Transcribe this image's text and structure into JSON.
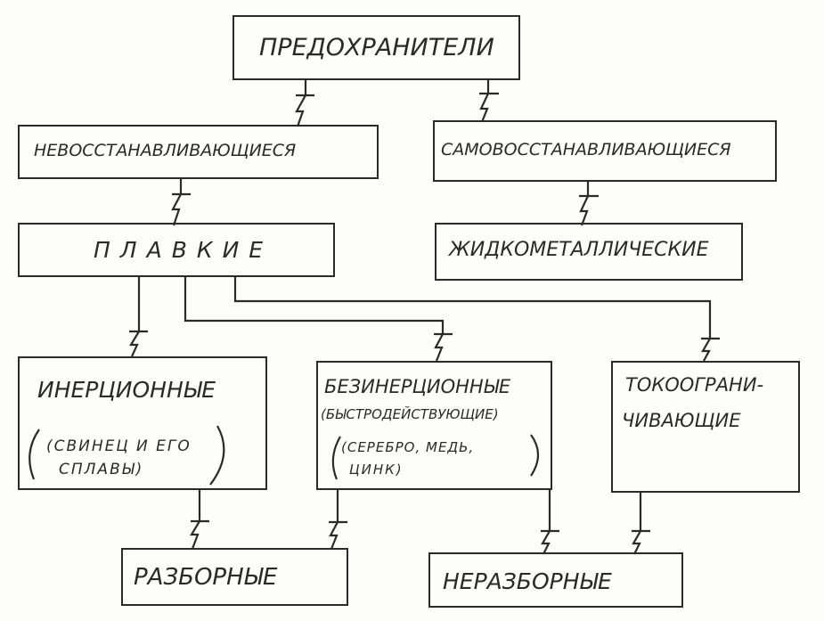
{
  "title": "ПРЕДОХРАНИТЕЛИ",
  "level1": {
    "non_restoring": "НЕВОССТАНАВЛИВАЮЩИЕСЯ",
    "self_restoring": "САМОВОССТАНАВЛИВАЮЩИЕСЯ"
  },
  "level2": {
    "fusible": "ПЛАВКИЕ",
    "liquid_metal": "ЖИДКОМЕТАЛЛИЧЕСКИЕ"
  },
  "level3": {
    "inertial": {
      "heading": "ИНЕРЦИОННЫЕ",
      "note_line1": "(СВИНЕЦ И ЕГО",
      "note_line2": "СПЛАВЫ)"
    },
    "inertialess": {
      "heading": "БЕЗИНЕРЦИОННЫЕ",
      "heading_line2": "(БЫСТРОДЕЙСТВУЮЩИЕ)",
      "note_line1": "(СЕРЕБРО, МЕДЬ,",
      "note_line2": "ЦИНК)"
    },
    "current_limiting": {
      "line1": "ТОКООГРАНИ-",
      "line2": "ЧИВАЮЩИЕ"
    }
  },
  "level4": {
    "demountable": "РАЗБОРНЫЕ",
    "non_demountable": "НЕРАЗБОРНЫЕ"
  }
}
